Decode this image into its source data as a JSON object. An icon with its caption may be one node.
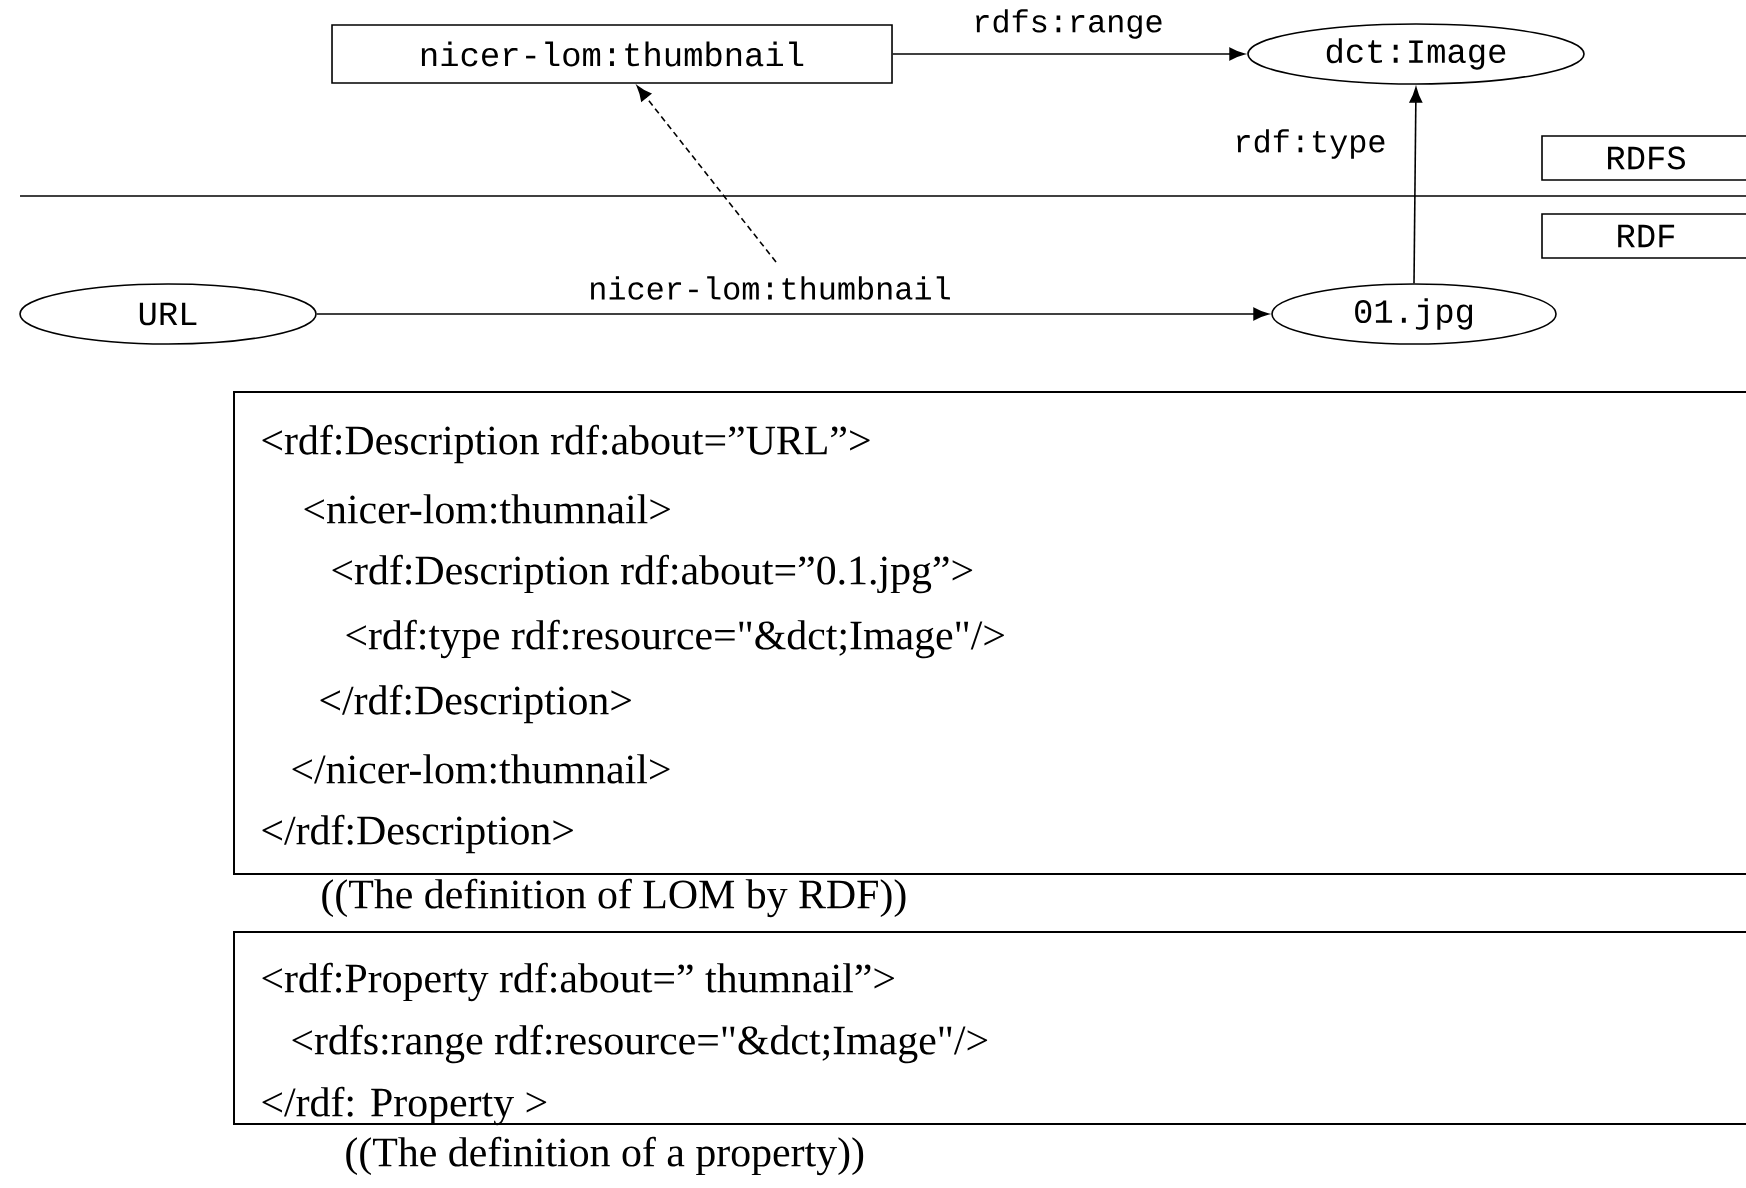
{
  "diagram": {
    "nodes": [
      {
        "text": [
          "nicer-lom:thumbnail"
        ]
      },
      {
        "text": [
          "dct:Image"
        ]
      },
      {
        "text": [
          "RDFS"
        ]
      },
      {
        "text": [
          "RDF"
        ]
      },
      {
        "text": [
          "URL"
        ]
      },
      {
        "text": [
          "01.jpg"
        ]
      },
      {
        "text": [
          "<rdf:Description rdf:about=”URL”>",
          "<nicer-lom:thumnail>",
          "<rdf:Description rdf:about=”0.1.jpg”>",
          "<rdf:type rdf:resource=\"&dct;Image\"/>",
          "</rdf:Description>",
          "</nicer-lom:thumnail>",
          "</rdf:Description>"
        ],
        "beside": [
          "((The definition of LOM by RDF))"
        ]
      },
      {
        "text": [
          "<rdf:Property rdf:about=” thumnail”>",
          "<rdfs:range rdf:resource=\"&dct;Image\"/>",
          "</rdf: Property >"
        ],
        "beside": [
          "((The definition of a property))"
        ]
      }
    ],
    "edges": [
      {
        "from": 0,
        "to": 1,
        "arrow": "to",
        "label": "rdfs:range"
      },
      {
        "from": 4,
        "to": 5,
        "arrow": "to",
        "label": "nicer-lom:thumbnail"
      },
      {
        "from": 5,
        "to": 1,
        "arrow": "to",
        "label": "rdf:type"
      },
      {
        "from": null,
        "to": 0,
        "arrow": "to",
        "style": "dashed"
      }
    ]
  }
}
